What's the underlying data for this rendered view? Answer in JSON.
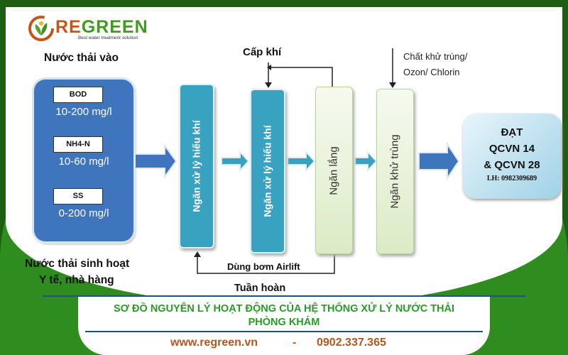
{
  "logo": {
    "brand": "REGREEN",
    "tagline": "Best water treatment solution"
  },
  "input": {
    "title": "Nước thải vào",
    "params": [
      {
        "name": "BOD",
        "value": "10-200 mg/l"
      },
      {
        "name": "NH4-N",
        "value": "10-60 mg/l"
      },
      {
        "name": "SS",
        "value": "0-200 mg/l"
      }
    ],
    "source_line1": "Nước thải sinh hoạt",
    "source_line2": "Y tế, nhà hàng"
  },
  "tanks": [
    {
      "label": "Ngăn xử lý hiếu khí"
    },
    {
      "label": "Ngăn xử lý hiếu khí"
    },
    {
      "label": "Ngăn lắng"
    },
    {
      "label": "Ngăn khử trùng"
    }
  ],
  "air_supply": "Cấp khí",
  "disinfectant_line1": "Chất khử trùng/",
  "disinfectant_line2": "Ozon/ Chlorin",
  "airlift": "Dùng bơm Airlift",
  "recirculation": "Tuần hoàn",
  "result": {
    "line1": "ĐẠT",
    "line2": "QCVN 14",
    "line3": "& QCVN 28",
    "contact": "LH: 0982309689"
  },
  "footer": {
    "title_line1": "SƠ ĐỒ NGUYÊN LÝ HOẠT ĐỘNG CỦA HỆ THỐNG XỬ LÝ NƯỚC THẢI",
    "title_line2": "PHÒNG KHÁM",
    "website": "www.regreen.vn",
    "separator": "-",
    "phone": "0902.337.365"
  }
}
